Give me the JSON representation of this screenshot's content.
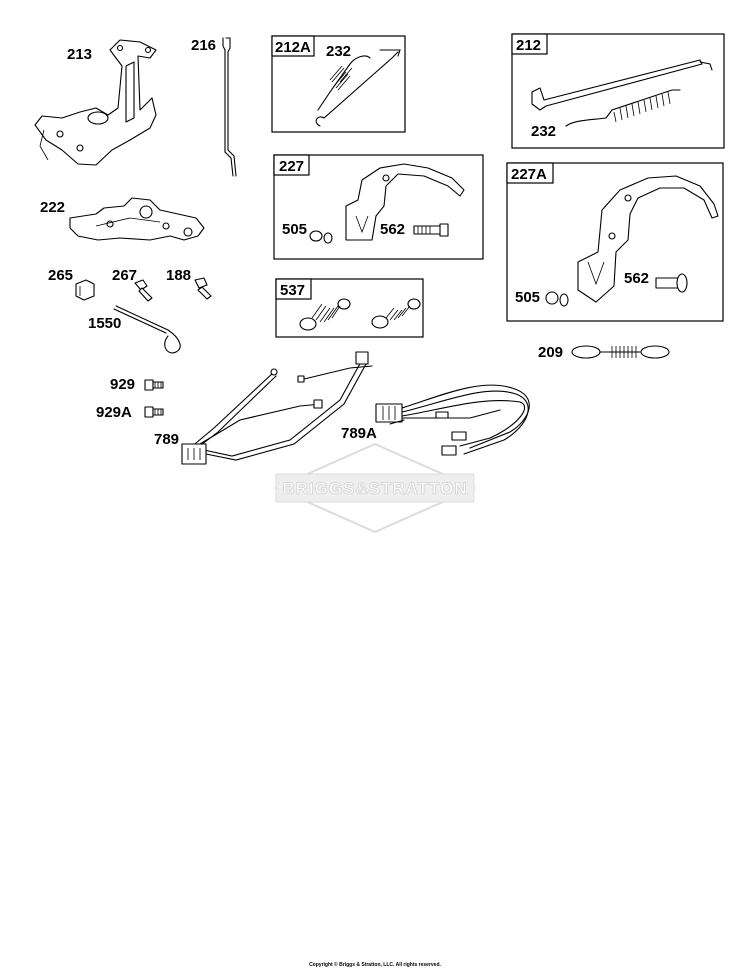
{
  "callouts": {
    "p213": "213",
    "p216": "216",
    "p222": "222",
    "p265": "265",
    "p267": "267",
    "p188": "188",
    "p1550": "1550",
    "p929": "929",
    "p929a": "929A",
    "p789": "789",
    "p789a": "789A",
    "p209": "209"
  },
  "boxes": {
    "b212a": {
      "tag": "212A",
      "spring": "232"
    },
    "b212": {
      "tag": "212",
      "spring": "232"
    },
    "b227": {
      "tag": "227",
      "nut": "505",
      "bolt": "562"
    },
    "b227a": {
      "tag": "227A",
      "nut": "505",
      "bolt": "562"
    },
    "b537": {
      "tag": "537"
    }
  },
  "watermark": "BRIGGS&STRATTON",
  "copyright": "Copyright © Briggs & Stratton, LLC. All rights reserved."
}
